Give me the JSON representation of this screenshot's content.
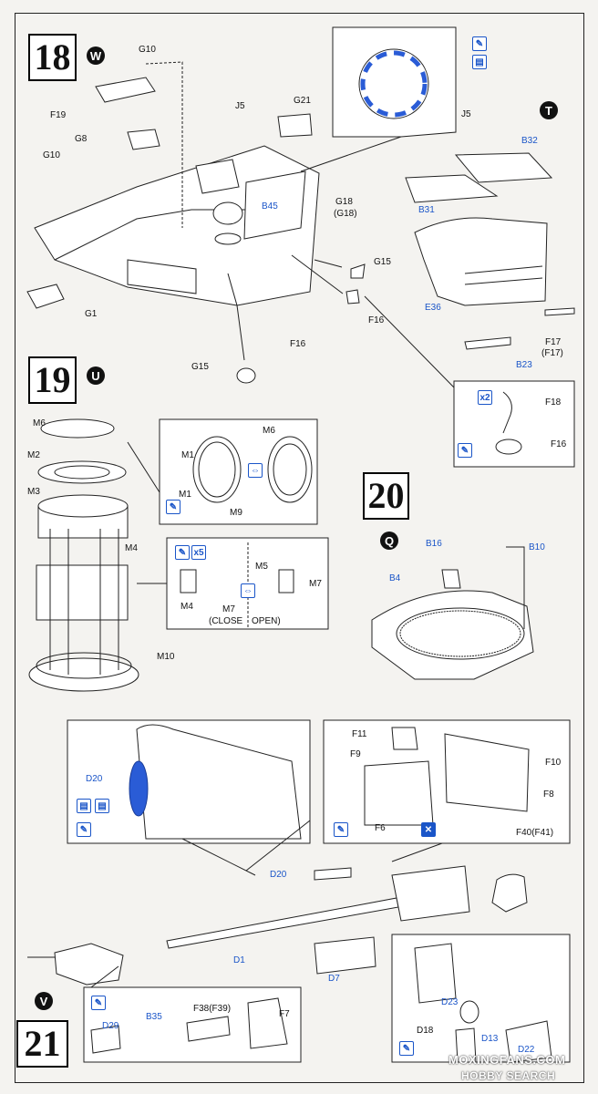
{
  "steps": {
    "s18": {
      "number": "18",
      "badge": "W"
    },
    "s19": {
      "number": "19",
      "badge": "U"
    },
    "s20": {
      "number": "20",
      "badge": "Q"
    },
    "s21": {
      "number": "21",
      "badge": "V"
    },
    "t": {
      "badge": "T"
    }
  },
  "labels18": {
    "g10a": "G10",
    "f19": "F19",
    "g8": "G8",
    "g10b": "G10",
    "j5": "J5",
    "g21": "G21",
    "b45": "B45",
    "g18": "G18",
    "g18b": "(G18)",
    "g15a": "G15",
    "f16a": "F16",
    "g1": "G1",
    "f16b": "F16",
    "g15b": "G15",
    "j5b": "J5"
  },
  "labelsT": {
    "b32": "B32",
    "b31": "B31",
    "e36": "E36",
    "b23": "B23",
    "f17": "F17",
    "f17b": "(F17)",
    "f18": "F18",
    "f16": "F16",
    "x2": "x2"
  },
  "labels19": {
    "m6a": "M6",
    "m2": "M2",
    "m3": "M3",
    "m4a": "M4",
    "m10": "M10",
    "m1a": "M1",
    "m1b": "M1",
    "m6b": "M6",
    "m9": "M9",
    "m5": "M5",
    "m7a": "M7",
    "m4b": "M4",
    "m7b": "M7",
    "close": "(CLOSE",
    "open": "OPEN)",
    "x5": "x5"
  },
  "labels20": {
    "b16": "B16",
    "b10": "B10",
    "b4": "B4"
  },
  "labels21": {
    "d20a": "D20",
    "d20b": "D20",
    "d1": "D1",
    "d7": "D7",
    "f11": "F11",
    "f9": "F9",
    "f10": "F10",
    "f8": "F8",
    "f6": "F6",
    "f40": "F40(F41)",
    "d23": "D23",
    "d18": "D18",
    "d13": "D13",
    "d22": "D22",
    "d29": "D29",
    "b35": "B35",
    "f38": "F38(F39)",
    "f7": "F7"
  },
  "watermark": {
    "line1": "MOXINGFANS.COM",
    "line2": "HOBBY SEARCH"
  }
}
